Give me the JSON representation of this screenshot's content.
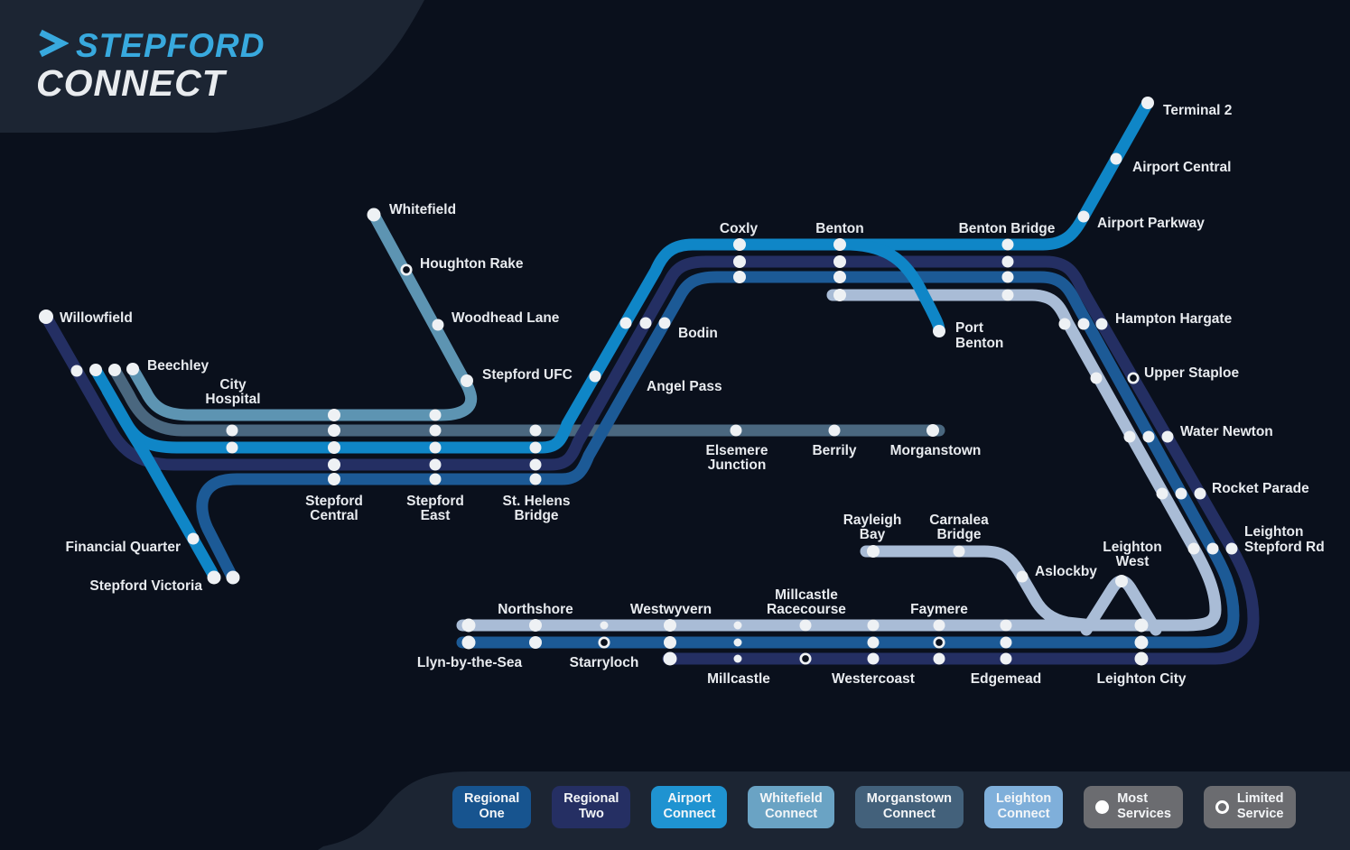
{
  "logo": {
    "brand_top": "STEPFORD",
    "brand_bottom": "CONNECT",
    "chevron_icon": "double-chevron-right",
    "accent_color": "#38a9de"
  },
  "colors": {
    "background": "#0a101c",
    "panel": "#1c2533",
    "label_text": "#e8ebef",
    "marker": "#eef1f4"
  },
  "lines": {
    "regional_one": {
      "name": "Regional One",
      "color": "#1c5a96"
    },
    "regional_two": {
      "name": "Regional Two",
      "color": "#242f63"
    },
    "airport_connect": {
      "name": "Airport Connect",
      "color": "#0f86c7"
    },
    "whitefield_connect": {
      "name": "Whitefield Connect",
      "color": "#5d94b2"
    },
    "morganstown_connect": {
      "name": "Morganstown Connect",
      "color": "#4a677f"
    },
    "leighton_connect": {
      "name": "Leighton Connect",
      "color": "#a9bcd6"
    }
  },
  "legend": {
    "items": [
      {
        "id": "regional-one",
        "lines": [
          "Regional",
          "One"
        ],
        "color": "#17548f",
        "icon": null
      },
      {
        "id": "regional-two",
        "lines": [
          "Regional",
          "Two"
        ],
        "color": "#252f63",
        "icon": null
      },
      {
        "id": "airport-connect",
        "lines": [
          "Airport",
          "Connect"
        ],
        "color": "#1f93d1",
        "icon": null
      },
      {
        "id": "whitefield-connect",
        "lines": [
          "Whitefield",
          "Connect"
        ],
        "color": "#6aa3c4",
        "icon": null
      },
      {
        "id": "morganstown-connect",
        "lines": [
          "Morganstown",
          "Connect"
        ],
        "color": "#43617b",
        "icon": null
      },
      {
        "id": "leighton-connect",
        "lines": [
          "Leighton",
          "Connect"
        ],
        "color": "#7fafda",
        "icon": null
      },
      {
        "id": "most-services",
        "lines": [
          "Most",
          "Services"
        ],
        "color": "#6b6c70",
        "icon": "filled-dot"
      },
      {
        "id": "limited-service",
        "lines": [
          "Limited",
          "Service"
        ],
        "color": "#6b6c70",
        "icon": "open-dot"
      }
    ]
  },
  "stations": [
    {
      "id": "willowfield",
      "lines": [
        "Willowfield"
      ]
    },
    {
      "id": "beechley",
      "lines": [
        "Beechley"
      ]
    },
    {
      "id": "city-hospital",
      "lines": [
        "City",
        "Hospital"
      ]
    },
    {
      "id": "whitefield",
      "lines": [
        "Whitefield"
      ]
    },
    {
      "id": "houghton-rake",
      "lines": [
        "Houghton Rake"
      ]
    },
    {
      "id": "woodhead-lane",
      "lines": [
        "Woodhead Lane"
      ]
    },
    {
      "id": "stepford-ufc",
      "lines": [
        "Stepford UFC"
      ]
    },
    {
      "id": "stepford-central",
      "lines": [
        "Stepford",
        "Central"
      ]
    },
    {
      "id": "stepford-east",
      "lines": [
        "Stepford",
        "East"
      ]
    },
    {
      "id": "st-helens-bridge",
      "lines": [
        "St. Helens",
        "Bridge"
      ]
    },
    {
      "id": "financial-quarter",
      "lines": [
        "Financial Quarter"
      ]
    },
    {
      "id": "stepford-victoria",
      "lines": [
        "Stepford Victoria"
      ]
    },
    {
      "id": "angel-pass",
      "lines": [
        "Angel Pass"
      ]
    },
    {
      "id": "bodin",
      "lines": [
        "Bodin"
      ]
    },
    {
      "id": "coxly",
      "lines": [
        "Coxly"
      ]
    },
    {
      "id": "benton",
      "lines": [
        "Benton"
      ]
    },
    {
      "id": "benton-bridge",
      "lines": [
        "Benton Bridge"
      ]
    },
    {
      "id": "port-benton",
      "lines": [
        "Port",
        "Benton"
      ]
    },
    {
      "id": "elsemere-junction",
      "lines": [
        "Elsemere",
        "Junction"
      ]
    },
    {
      "id": "berrily",
      "lines": [
        "Berrily"
      ]
    },
    {
      "id": "morganstown",
      "lines": [
        "Morganstown"
      ]
    },
    {
      "id": "terminal-2",
      "lines": [
        "Terminal 2"
      ]
    },
    {
      "id": "airport-central",
      "lines": [
        "Airport Central"
      ]
    },
    {
      "id": "airport-parkway",
      "lines": [
        "Airport Parkway"
      ]
    },
    {
      "id": "hampton-hargate",
      "lines": [
        "Hampton Hargate"
      ]
    },
    {
      "id": "upper-staploe",
      "lines": [
        "Upper Staploe"
      ]
    },
    {
      "id": "water-newton",
      "lines": [
        "Water Newton"
      ]
    },
    {
      "id": "rocket-parade",
      "lines": [
        "Rocket Parade"
      ]
    },
    {
      "id": "leighton-stepford-rd",
      "lines": [
        "Leighton",
        "Stepford Rd"
      ]
    },
    {
      "id": "leighton-west",
      "lines": [
        "Leighton",
        "West"
      ]
    },
    {
      "id": "aslockby",
      "lines": [
        "Aslockby"
      ]
    },
    {
      "id": "rayleigh-bay",
      "lines": [
        "Rayleigh",
        "Bay"
      ]
    },
    {
      "id": "carnalea-bridge",
      "lines": [
        "Carnalea",
        "Bridge"
      ]
    },
    {
      "id": "northshore",
      "lines": [
        "Northshore"
      ]
    },
    {
      "id": "westwyvern",
      "lines": [
        "Westwyvern"
      ]
    },
    {
      "id": "millcastle-racecourse",
      "lines": [
        "Millcastle",
        "Racecourse"
      ]
    },
    {
      "id": "faymere",
      "lines": [
        "Faymere"
      ]
    },
    {
      "id": "llyn-by-the-sea",
      "lines": [
        "Llyn-by-the-Sea"
      ]
    },
    {
      "id": "starryloch",
      "lines": [
        "Starryloch"
      ]
    },
    {
      "id": "millcastle",
      "lines": [
        "Millcastle"
      ]
    },
    {
      "id": "westercoast",
      "lines": [
        "Westercoast"
      ]
    },
    {
      "id": "edgemead",
      "lines": [
        "Edgemead"
      ]
    },
    {
      "id": "leighton-city",
      "lines": [
        "Leighton City"
      ]
    }
  ],
  "marker_legend": {
    "filled": "Most Services",
    "open": "Limited Service"
  }
}
